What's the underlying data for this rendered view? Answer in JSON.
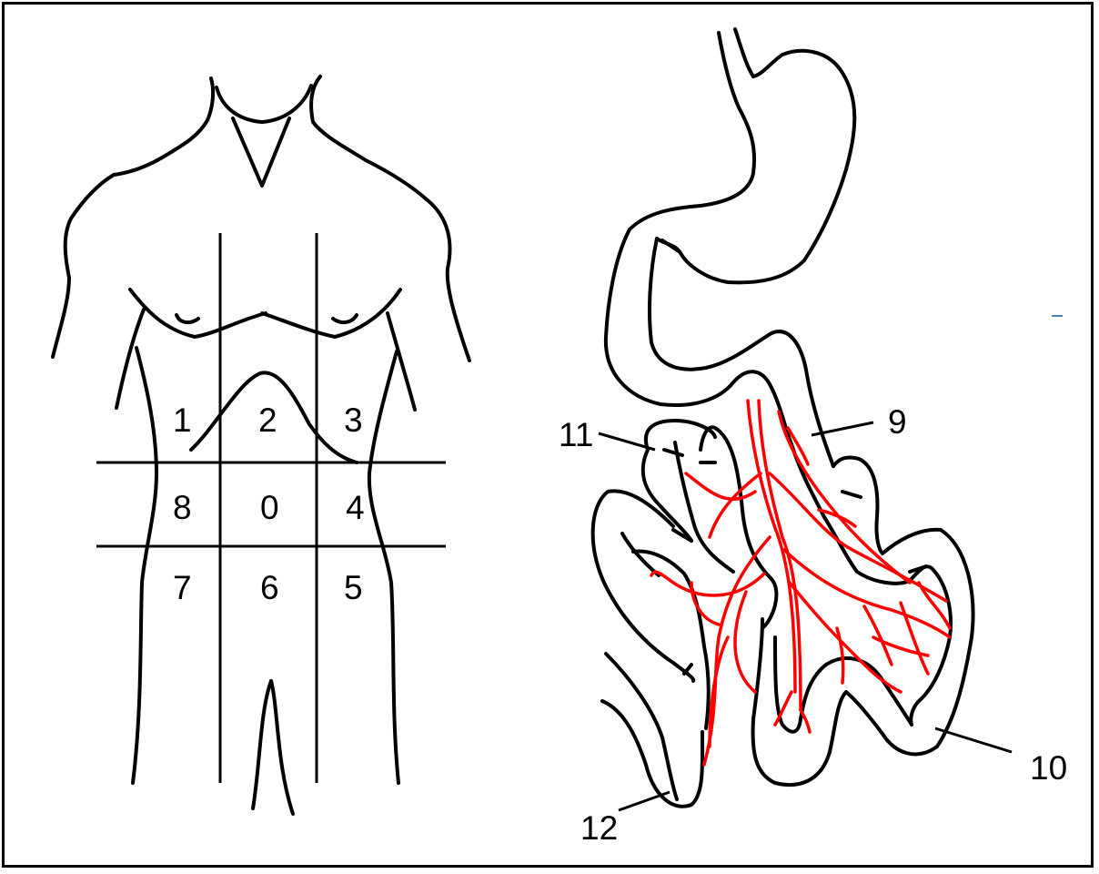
{
  "regions": {
    "r1": "1",
    "r2": "2",
    "r3": "3",
    "r8": "8",
    "r0": "0",
    "r4": "4",
    "r7": "7",
    "r6": "6",
    "r5": "5"
  },
  "intestine_labels": {
    "l9": "9",
    "l10": "10",
    "l11": "11",
    "l12": "12"
  },
  "colors": {
    "outline": "#000000",
    "vessels": "#ff0000",
    "background": "#ffffff",
    "mark": "#4a7fc1"
  }
}
